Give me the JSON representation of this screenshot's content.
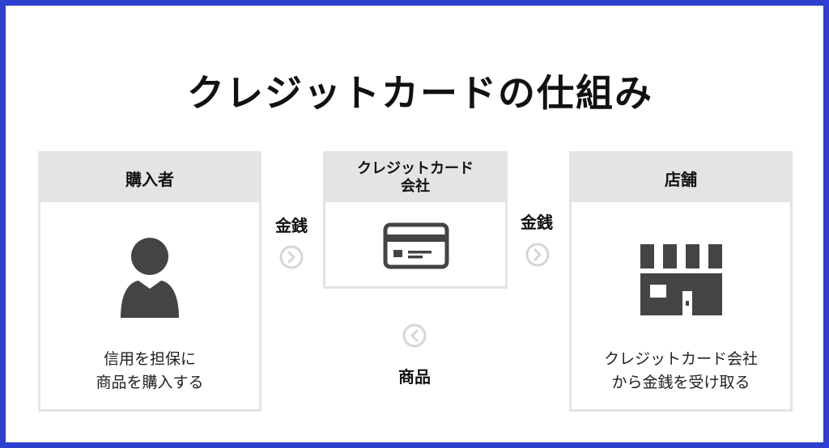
{
  "title": "クレジットカードの仕組み",
  "buyer": {
    "header": "購入者",
    "description_line1": "信用を担保に",
    "description_line2": "商品を購入する",
    "icon": "person-icon"
  },
  "card_company": {
    "header_line1": "クレジットカード",
    "header_line2": "会社",
    "icon": "credit-card-icon"
  },
  "store": {
    "header": "店舗",
    "description_line1": "クレジットカード会社",
    "description_line2": "から金銭を受け取る",
    "icon": "store-icon"
  },
  "flows": {
    "money_to_card_company": "金銭",
    "money_to_store": "金銭",
    "goods_to_buyer": "商品"
  },
  "colors": {
    "frame_border": "#2f3fcf",
    "box_header_bg": "#e4e4e4",
    "icon_fill": "#444444",
    "arrow_gray": "#d6d6d6"
  }
}
